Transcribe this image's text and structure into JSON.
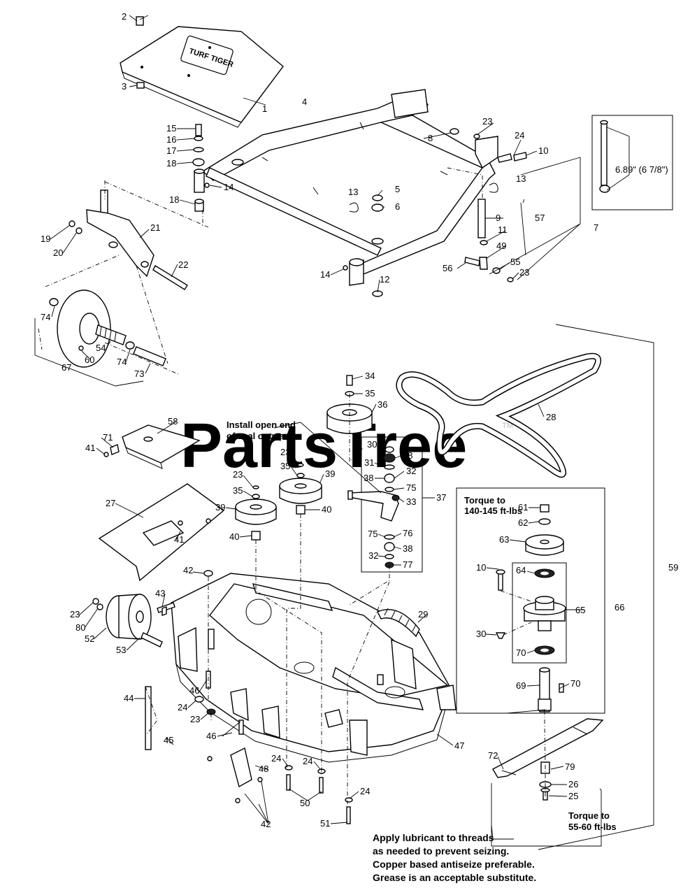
{
  "watermark": "PartsTree",
  "trademark": "TM",
  "notes": {
    "seal": [
      "Install open end",
      "of seal outward"
    ],
    "torque_spindle": [
      "Torque to",
      "140-145 ft-lbs"
    ],
    "torque_blade": [
      "Torque to",
      "55-60 ft-lbs"
    ],
    "lubricant": [
      "Apply lubricant to threads",
      "as needed to prevent seizing.",
      "Copper based antiseize preferable.",
      "Grease is an acceptable substitute."
    ],
    "dimension": "6.89\" (6 7/8\")"
  },
  "logo_text": "TURF TIGER",
  "callouts": [
    {
      "id": "c2",
      "text": "2"
    },
    {
      "id": "c3",
      "text": "3"
    },
    {
      "id": "c1",
      "text": "1"
    },
    {
      "id": "c4",
      "text": "4"
    },
    {
      "id": "c15",
      "text": "15"
    },
    {
      "id": "c16",
      "text": "16"
    },
    {
      "id": "c17",
      "text": "17"
    },
    {
      "id": "c18a",
      "text": "18"
    },
    {
      "id": "c14a",
      "text": "14"
    },
    {
      "id": "c18b",
      "text": "18"
    },
    {
      "id": "c13a",
      "text": "13"
    },
    {
      "id": "c5",
      "text": "5"
    },
    {
      "id": "c6",
      "text": "6"
    },
    {
      "id": "c23a",
      "text": "23"
    },
    {
      "id": "c8",
      "text": "8"
    },
    {
      "id": "c24a",
      "text": "24"
    },
    {
      "id": "c10a",
      "text": "10"
    },
    {
      "id": "c13b",
      "text": "13"
    },
    {
      "id": "c9",
      "text": "9"
    },
    {
      "id": "c57",
      "text": "57"
    },
    {
      "id": "c7",
      "text": "7"
    },
    {
      "id": "c11",
      "text": "11"
    },
    {
      "id": "c49",
      "text": "49"
    },
    {
      "id": "c56",
      "text": "56"
    },
    {
      "id": "c55",
      "text": "55"
    },
    {
      "id": "c23b",
      "text": "23"
    },
    {
      "id": "c14b",
      "text": "14"
    },
    {
      "id": "c12",
      "text": "12"
    },
    {
      "id": "c19",
      "text": "19"
    },
    {
      "id": "c20",
      "text": "20"
    },
    {
      "id": "c21",
      "text": "21"
    },
    {
      "id": "c22",
      "text": "22"
    },
    {
      "id": "c74a",
      "text": "74"
    },
    {
      "id": "c54",
      "text": "54"
    },
    {
      "id": "c60",
      "text": "60"
    },
    {
      "id": "c74b",
      "text": "74"
    },
    {
      "id": "c67",
      "text": "67"
    },
    {
      "id": "c73",
      "text": "73"
    },
    {
      "id": "c34",
      "text": "34"
    },
    {
      "id": "c35a",
      "text": "35"
    },
    {
      "id": "c36",
      "text": "36"
    },
    {
      "id": "c28",
      "text": "28"
    },
    {
      "id": "c58",
      "text": "58"
    },
    {
      "id": "c71",
      "text": "71"
    },
    {
      "id": "c41a",
      "text": "41"
    },
    {
      "id": "c30a",
      "text": "30"
    },
    {
      "id": "c78",
      "text": "78"
    },
    {
      "id": "c31",
      "text": "31"
    },
    {
      "id": "c32a",
      "text": "32"
    },
    {
      "id": "c38a",
      "text": "38"
    },
    {
      "id": "c75a",
      "text": "75"
    },
    {
      "id": "c33",
      "text": "33"
    },
    {
      "id": "c37",
      "text": "37"
    },
    {
      "id": "c23c",
      "text": "23"
    },
    {
      "id": "c35b",
      "text": "35"
    },
    {
      "id": "c39a",
      "text": "39"
    },
    {
      "id": "c23d",
      "text": "23"
    },
    {
      "id": "c35c",
      "text": "35"
    },
    {
      "id": "c39b",
      "text": "39"
    },
    {
      "id": "c40a",
      "text": "40"
    },
    {
      "id": "c40b",
      "text": "40"
    },
    {
      "id": "c27",
      "text": "27"
    },
    {
      "id": "c41b",
      "text": "41"
    },
    {
      "id": "c75b",
      "text": "75"
    },
    {
      "id": "c76",
      "text": "76"
    },
    {
      "id": "c38b",
      "text": "38"
    },
    {
      "id": "c32b",
      "text": "32"
    },
    {
      "id": "c77",
      "text": "77"
    },
    {
      "id": "c42a",
      "text": "42"
    },
    {
      "id": "c43",
      "text": "43"
    },
    {
      "id": "c23e",
      "text": "23"
    },
    {
      "id": "c80",
      "text": "80"
    },
    {
      "id": "c52",
      "text": "52"
    },
    {
      "id": "c53",
      "text": "53"
    },
    {
      "id": "c29",
      "text": "29"
    },
    {
      "id": "c61",
      "text": "61"
    },
    {
      "id": "c62",
      "text": "62"
    },
    {
      "id": "c63",
      "text": "63"
    },
    {
      "id": "c10b",
      "text": "10"
    },
    {
      "id": "c64",
      "text": "64"
    },
    {
      "id": "c65",
      "text": "65"
    },
    {
      "id": "c66",
      "text": "66"
    },
    {
      "id": "c59",
      "text": "59"
    },
    {
      "id": "c30b",
      "text": "30"
    },
    {
      "id": "c70a",
      "text": "70"
    },
    {
      "id": "c69",
      "text": "69"
    },
    {
      "id": "c70b",
      "text": "70"
    },
    {
      "id": "c44",
      "text": "44"
    },
    {
      "id": "c46a",
      "text": "46"
    },
    {
      "id": "c24b",
      "text": "24"
    },
    {
      "id": "c23f",
      "text": "23"
    },
    {
      "id": "c45",
      "text": "45"
    },
    {
      "id": "c47",
      "text": "47"
    },
    {
      "id": "c46b",
      "text": "46"
    },
    {
      "id": "c48",
      "text": "48"
    },
    {
      "id": "c24c",
      "text": "24"
    },
    {
      "id": "c24d",
      "text": "24"
    },
    {
      "id": "c50",
      "text": "50"
    },
    {
      "id": "c24e",
      "text": "24"
    },
    {
      "id": "c51",
      "text": "51"
    },
    {
      "id": "c42b",
      "text": "42"
    },
    {
      "id": "c72",
      "text": "72"
    },
    {
      "id": "c79",
      "text": "79"
    },
    {
      "id": "c26",
      "text": "26"
    },
    {
      "id": "c25",
      "text": "25"
    }
  ]
}
